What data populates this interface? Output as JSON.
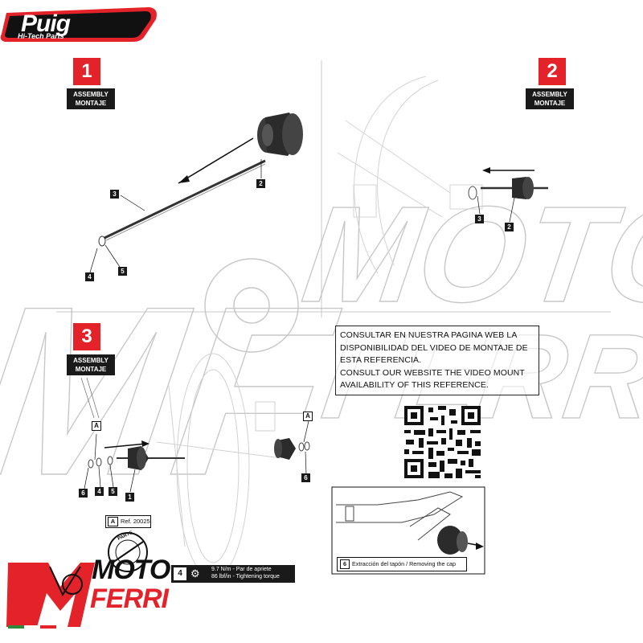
{
  "brand": {
    "puig_logo": "Puig",
    "puig_tagline": "Hi-Tech Parts",
    "motoferri_logo_1": "MOTO",
    "motoferri_logo_2": "FERRI",
    "motoferri_mark": "MF",
    "accent_red": "#e3222a",
    "ink": "#1a1a1a"
  },
  "steps": [
    {
      "number": "1",
      "label_en": "ASSEMBLY",
      "label_es": "MONTAJE"
    },
    {
      "number": "2",
      "label_en": "ASSEMBLY",
      "label_es": "MONTAJE"
    },
    {
      "number": "3",
      "label_en": "ASSEMBLY",
      "label_es": "MONTAJE"
    }
  ],
  "part_tags": {
    "step1": [
      "2",
      "3",
      "4",
      "5"
    ],
    "step2": [
      "2",
      "3"
    ],
    "step3_left": [
      "A",
      "6",
      "4",
      "5",
      "1"
    ],
    "step3_right": [
      "A",
      "6"
    ]
  },
  "notice": {
    "es_1": "CONSULTAR EN NUESTRA PAGINA WEB LA",
    "es_2": "DISPONIBILIDAD DEL VIDEO DE MONTAJE DE",
    "es_3": "ESTA REFERENCIA.",
    "en_1": "CONSULT OUR WEBSITE THE VIDEO MOUNT",
    "en_2": "AVAILABILITY OF THIS REFERENCE."
  },
  "reference": {
    "letter": "A",
    "text": "Ref. 20025",
    "badge_text": "PARTS"
  },
  "torque": {
    "number": "4",
    "line1": "9.7 N/m - Par de apriete",
    "line2": "86 lbf/in - Tightening torque"
  },
  "cap_removal": {
    "number": "6",
    "text": "Extracción del tapón / Removing the cap"
  },
  "watermark": {
    "text1": "MOTO",
    "text2": "FERRI",
    "mark": "MF"
  }
}
